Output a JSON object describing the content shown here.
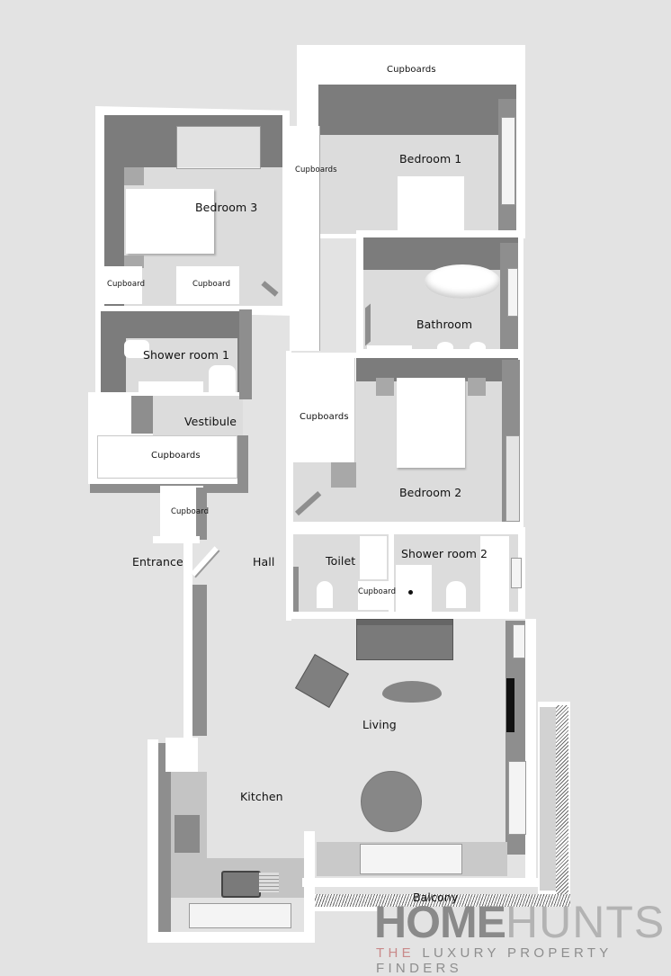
{
  "floorplan": {
    "rooms": {
      "bedroom1": "Bedroom 1",
      "bedroom2": "Bedroom 2",
      "bedroom3": "Bedroom 3",
      "bathroom": "Bathroom",
      "shower_room_1": "Shower room 1",
      "shower_room_2": "Shower room 2",
      "toilet": "Toilet",
      "vestibule": "Vestibule",
      "entrance": "Entrance",
      "hall": "Hall",
      "living": "Living",
      "kitchen": "Kitchen",
      "balcony": "Balcony"
    },
    "storage": {
      "bedroom1_top": "Cupboards",
      "bedroom1_left": "Cupboards",
      "bedroom3_left": "Cupboard",
      "bedroom3_right": "Cupboard",
      "vestibule": "Cupboards",
      "entrance": "Cupboard",
      "bedroom2": "Cupboards",
      "toilet": "Cupboard"
    }
  },
  "branding": {
    "logo_part1": "HOME",
    "logo_part2": "HUNTS",
    "tagline_part1": "THE",
    "tagline_part2": "LUXURY PROPERTY FINDERS",
    "colors": {
      "home": "#8a8a8a",
      "hunts": "#b3b3b3",
      "tagline_accent": "#c98a8a",
      "tagline": "#8e8e8e"
    }
  }
}
